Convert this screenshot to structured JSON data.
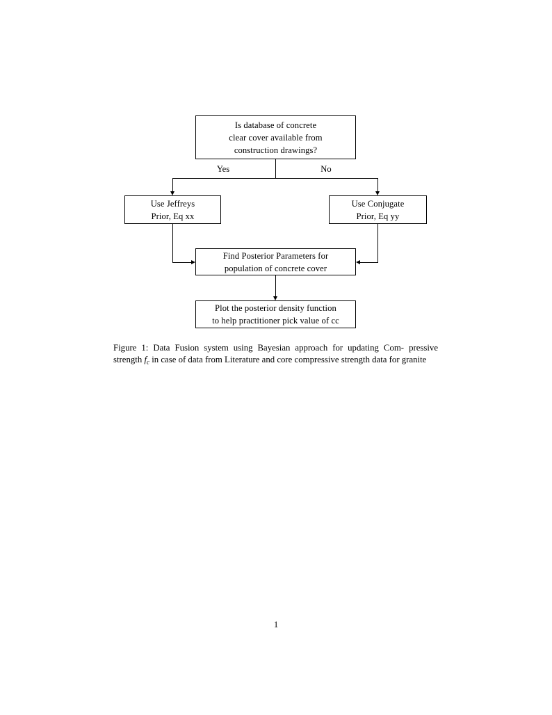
{
  "document": {
    "page_number": "1"
  },
  "figure": {
    "nodes": {
      "decision": {
        "name": "decision-database-available",
        "lines": [
          "Is database of concrete",
          "clear cover available from",
          "construction drawings?"
        ]
      },
      "jeffreys": {
        "name": "jeffreys-prior",
        "lines": [
          "Use Jeffreys",
          "Prior, Eq xx"
        ]
      },
      "conjugate": {
        "name": "conjugate-prior",
        "lines": [
          "Use Conjugate",
          "Prior, Eq yy"
        ]
      },
      "posterior": {
        "name": "find-posterior-parameters",
        "lines": [
          "Find Posterior Parameters for",
          "population of concrete cover"
        ]
      },
      "plot": {
        "name": "plot-posterior-density",
        "lines": [
          "Plot the posterior density function",
          "to help practitioner pick value of cc"
        ]
      }
    },
    "edges": {
      "yes": "Yes",
      "no": "No"
    }
  },
  "caption": {
    "label": "Figure 1:",
    "line1_rest": "Data Fusion system using Bayesian approach for updating Com-",
    "line2_a": "pressive strength",
    "symbol": "f",
    "symbol_sub": "c",
    "line2_b": "in case of data from Literature and core compressive",
    "line3": "strength data for granite"
  }
}
